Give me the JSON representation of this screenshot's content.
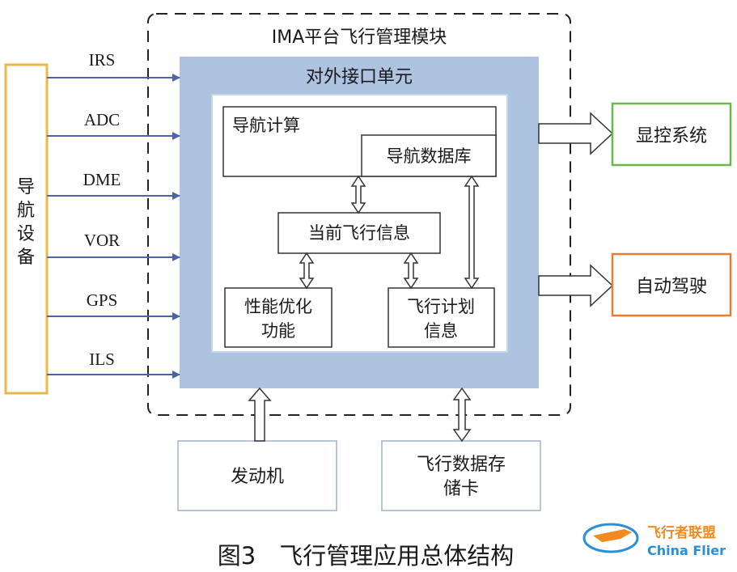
{
  "module": {
    "title": "IMA平台飞行管理模块"
  },
  "interface_unit": {
    "title": "对外接口单元"
  },
  "nav_devices": {
    "label": "导航设备",
    "chars": [
      "导",
      "航",
      "设",
      "备"
    ]
  },
  "inputs": [
    "IRS",
    "ADC",
    "DME",
    "VOR",
    "GPS",
    "ILS"
  ],
  "nav_compute": {
    "label": "导航计算"
  },
  "nav_database": {
    "label": "导航数据库"
  },
  "current_flight_info": {
    "label": "当前飞行信息"
  },
  "perf_opt": {
    "line1": "性能优化",
    "line2": "功能"
  },
  "flight_plan": {
    "line1": "飞行计划",
    "line2": "信息"
  },
  "display_control": {
    "label": "显控系统"
  },
  "autopilot": {
    "label": "自动驾驶"
  },
  "engine": {
    "label": "发动机"
  },
  "storage": {
    "line1": "飞行数据存",
    "line2": "储卡"
  },
  "caption": {
    "label": "图3　飞行管理应用总体结构"
  },
  "logo": {
    "title": "飞行者联盟",
    "subtitle": "China Flier"
  },
  "colors": {
    "nav_border": "#e8b84a",
    "interface_fill": "#adc3e0",
    "arrow_blue": "#4a66a8",
    "display_border": "#6bb64c",
    "autopilot_border": "#e87c30",
    "logo_blue": "#2a8fd6",
    "logo_orange": "#f28a1e"
  }
}
